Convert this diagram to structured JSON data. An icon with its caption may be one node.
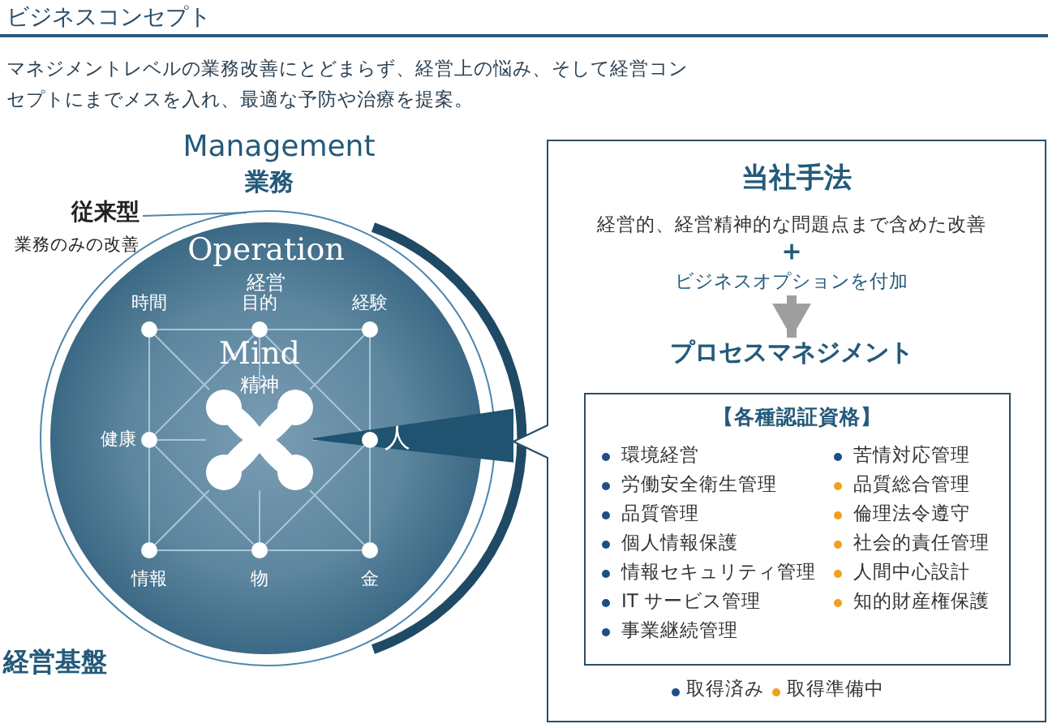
{
  "diagram": {
    "title": "ビジネスコンセプト",
    "nodes": [
      {
        "text": [
          "Management",
          "業務"
        ]
      },
      {
        "text": [
          "従来型",
          "業務のみの改善"
        ]
      },
      {
        "text": [
          "Operation",
          "経営"
        ],
        "in": 0
      },
      {
        "text": [],
        "shape": "circle",
        "beside": [
          "時間"
        ],
        "in": 2
      },
      {
        "text": [],
        "shape": "circle",
        "beside": [
          "目的"
        ],
        "in": 2
      },
      {
        "text": [],
        "shape": "circle",
        "beside": [
          "経験"
        ],
        "in": 2
      },
      {
        "text": [],
        "shape": "cross",
        "beside": [
          "Mind",
          "精神"
        ],
        "in": 2
      },
      {
        "text": [],
        "shape": "circle",
        "beside": [
          "健康"
        ],
        "in": 2
      },
      {
        "text": [],
        "shape": "circle",
        "beside": [
          "人"
        ],
        "in": 2
      },
      {
        "text": [],
        "shape": "circle",
        "beside": [
          "情報"
        ],
        "in": 2
      },
      {
        "text": [],
        "shape": "circle",
        "beside": [
          "物"
        ],
        "in": 2
      },
      {
        "text": [],
        "shape": "circle",
        "beside": [
          "金"
        ],
        "in": 2
      },
      {
        "text": [
          "当社手法"
        ]
      },
      {
        "text": [
          "経営的、経営精神的な問題点まで含めた改善"
        ],
        "in": 12
      },
      {
        "text": [
          "ビジネスオプションを付加"
        ],
        "in": 12
      },
      {
        "text": [
          "プロセスマネジメント"
        ],
        "in": 12
      },
      {
        "text": [
          "【各種認証資格】"
        ],
        "in": 12
      }
    ],
    "edges": [
      {
        "from": 1,
        "to": 0,
        "arrow": "none",
        "color": "#4d86ad"
      },
      {
        "from": 3,
        "to": 4,
        "arrow": "none"
      },
      {
        "from": 4,
        "to": 5,
        "arrow": "none"
      },
      {
        "from": 5,
        "to": 8,
        "arrow": "none"
      },
      {
        "from": 8,
        "to": 11,
        "arrow": "none"
      },
      {
        "from": 11,
        "to": 10,
        "arrow": "none"
      },
      {
        "from": 10,
        "to": 9,
        "arrow": "none"
      },
      {
        "from": 9,
        "to": 7,
        "arrow": "none"
      },
      {
        "from": 7,
        "to": 3,
        "arrow": "none"
      },
      {
        "from": 4,
        "to": 6,
        "arrow": "none"
      },
      {
        "from": 6,
        "to": 10,
        "arrow": "none"
      },
      {
        "from": 7,
        "to": 6,
        "arrow": "none"
      },
      {
        "from": 6,
        "to": 8,
        "arrow": "none"
      },
      {
        "from": 3,
        "to": 6,
        "arrow": "none"
      },
      {
        "from": 6,
        "to": 11,
        "arrow": "none"
      },
      {
        "from": 5,
        "to": 6,
        "arrow": "none"
      },
      {
        "from": 6,
        "to": 9,
        "arrow": "none"
      },
      {
        "from": 4,
        "to": 7,
        "arrow": "none"
      },
      {
        "from": 4,
        "to": 8,
        "arrow": "none"
      },
      {
        "from": 7,
        "to": 10,
        "arrow": "none"
      },
      {
        "from": 8,
        "to": 10,
        "arrow": "none"
      },
      {
        "from": 6,
        "to": 12,
        "arrow": "none",
        "style": "thick",
        "color": "#1f5370"
      },
      {
        "from": 14,
        "to": 15,
        "arrow": "to",
        "style": "thick",
        "color": "#9e9e9e"
      }
    ],
    "labels": [
      "マネジメントレベルの業務改善にとどまらず、経営上の悩み、そして経営コンセプトにまでメスを入れ、最適な予防や治療を提案。",
      "＋",
      "経営基盤",
      "環境経営",
      "労働安全衛生管理",
      "品質管理",
      "個人情報保護",
      "情報セキュリティ管理",
      "IT サービス管理",
      "事業継続管理",
      "苦情対応管理",
      "品質総合管理",
      "倫理法令遵守",
      "社会的責任管理",
      "人間中心設計",
      "知的財産権保護"
    ],
    "legend": [
      {
        "text": "取得済み",
        "color": "#1f4e87"
      },
      {
        "text": "取得準備中",
        "color": "#f0a01e"
      }
    ]
  }
}
